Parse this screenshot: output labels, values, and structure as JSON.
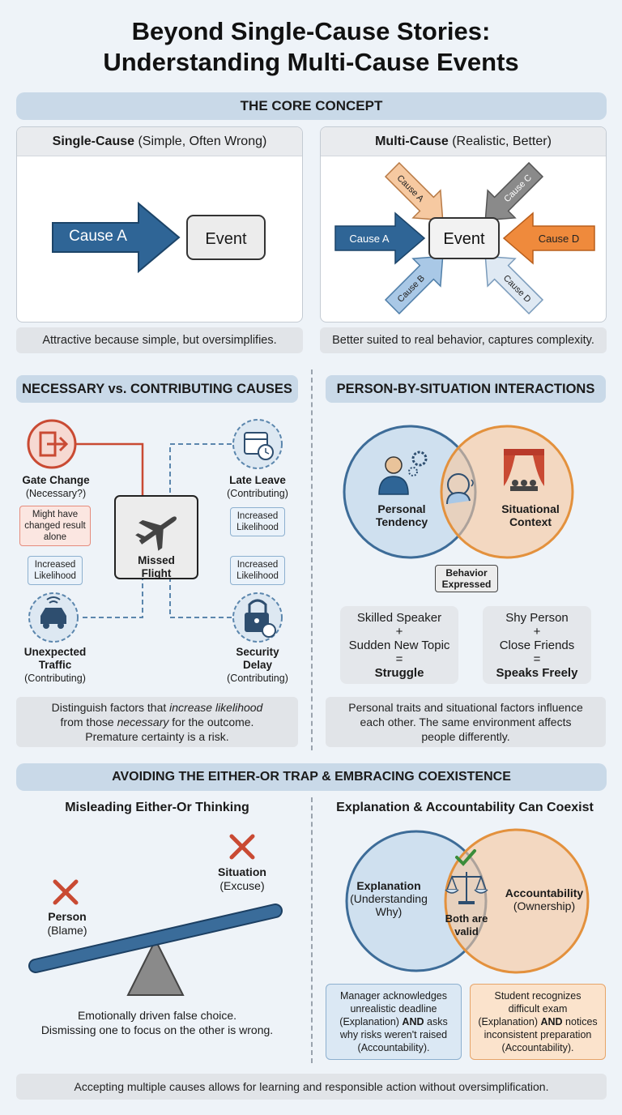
{
  "title": {
    "line1": "Beyond Single-Cause Stories:",
    "line2": "Understanding Multi-Cause Events"
  },
  "core": {
    "banner": "THE CORE CONCEPT",
    "single": {
      "head_bold": "Single-Cause",
      "head_rest": " (Simple, Often Wrong)",
      "cause": "Cause A",
      "event": "Event",
      "caption": "Attractive because simple, but oversimplifies."
    },
    "multi": {
      "head_bold": "Multi-Cause",
      "head_rest": " (Realistic, Better)",
      "event": "Event",
      "causes": [
        "Cause A",
        "Cause B",
        "Cause C",
        "Cause D"
      ],
      "caption": "Better suited to real behavior, captures complexity."
    }
  },
  "necessary": {
    "head": "NECESSARY vs. CONTRIBUTING CAUSES",
    "center": "Missed Flight",
    "gate": {
      "name": "Gate Change",
      "sub": "(Necessary?)",
      "note": "Might have changed result alone"
    },
    "late": {
      "name": "Late Leave",
      "sub": "(Contributing)",
      "note": "Increased Likelihood"
    },
    "traffic": {
      "name1": "Unexpected",
      "name2": "Traffic",
      "sub": "(Contributing)",
      "note": "Increased Likelihood"
    },
    "security": {
      "name1": "Security",
      "name2": "Delay",
      "sub": "(Contributing)",
      "note": "Increased Likelihood"
    },
    "caption": {
      "l1a": "Distinguish factors that ",
      "l1b": "increase likelihood",
      "l2a": "from those ",
      "l2b": "necessary",
      "l2c": " for the outcome.",
      "l3": "Premature certainty is a risk."
    }
  },
  "person_situation": {
    "head": "PERSON-BY-SITUATION INTERACTIONS",
    "left1": "Personal",
    "left2": "Tendency",
    "right1": "Situational",
    "right2": "Context",
    "center1": "Behavior",
    "center2": "Expressed",
    "card1": {
      "a": "Skilled Speaker",
      "plus": "+",
      "b": "Sudden New Topic",
      "eq": "=",
      "c": "Struggle"
    },
    "card2": {
      "a": "Shy Person",
      "plus": "+",
      "b": "Close Friends",
      "eq": "=",
      "c": "Speaks Freely"
    },
    "caption": {
      "l1": "Personal traits and situational factors influence",
      "l2": "each other. The same environment affects",
      "l3": "people differently."
    }
  },
  "either_or": {
    "banner": "AVOIDING THE EITHER-OR TRAP & EMBRACING COEXISTENCE",
    "left_head": "Misleading Either-Or Thinking",
    "person": "Person",
    "person_sub": "(Blame)",
    "situation": "Situation",
    "situation_sub": "(Excuse)",
    "caption1": "Emotionally driven false choice.",
    "caption2": "Dismissing one to focus on the other is wrong.",
    "right_head": "Explanation & Accountability Can Coexist",
    "explanation": "Explanation",
    "exp_sub1": "(Understanding",
    "exp_sub2": "Why)",
    "accountability": "Accountability",
    "acc_sub": "(Ownership)",
    "both1": "Both are",
    "both2": "valid",
    "ex1": {
      "l1": "Manager acknowledges",
      "l2": "unrealistic deadline",
      "l3a": "(Explanation) ",
      "l3b": "AND",
      "l3c": " asks",
      "l4": "why risks weren't raised",
      "l5": "(Accountability)."
    },
    "ex2": {
      "l1": "Student recognizes",
      "l2": "difficult exam",
      "l3a": "(Explanation) ",
      "l3b": "AND",
      "l3c": " notices",
      "l4": "inconsistent preparation",
      "l5": "(Accountability)."
    }
  },
  "footer": "Accepting multiple causes allows for learning and responsible action without oversimplification.",
  "colors": {
    "blue": "#2f6596",
    "orange": "#ef8a3c",
    "gray": "#8a8a8a",
    "red": "#c94a33"
  }
}
